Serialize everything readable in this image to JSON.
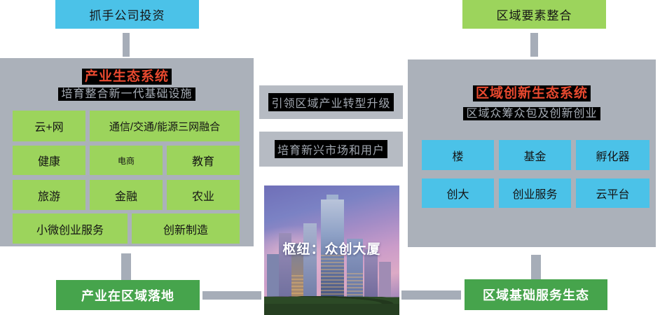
{
  "colors": {
    "blue_accent": "#4bc2e8",
    "light_green": "#9cd45c",
    "dark_green": "#46a44c",
    "panel_gray": "#abb1ba",
    "connector_gray": "#a6adb8",
    "title_red": "#e8492f",
    "highlight_black": "#000000"
  },
  "top": {
    "left_box_label": "抓手公司投资",
    "right_box_label": "区域要素整合"
  },
  "left_panel": {
    "title": "产业生态系统",
    "subtitle": "培育整合新一代基础设施",
    "chips": [
      "云+网",
      "通信/交通/能源三网融合",
      "健康",
      "电商",
      "教育",
      "旅游",
      "金融",
      "农业",
      "小微创业服务",
      "创新制造"
    ]
  },
  "middle": {
    "statement_1": "引领区域产业转型升级",
    "statement_2": "培育新兴市场和用户",
    "image_caption": "枢纽：众创大厦"
  },
  "right_panel": {
    "title": "区域创新生态系统",
    "subtitle": "区域众筹众包及创新创业",
    "chips": [
      "楼",
      "基金",
      "孵化器",
      "创大",
      "创业服务",
      "云平台"
    ]
  },
  "bottom": {
    "left_box_label": "产业在区域落地",
    "right_box_label": "区域基础服务生态"
  }
}
